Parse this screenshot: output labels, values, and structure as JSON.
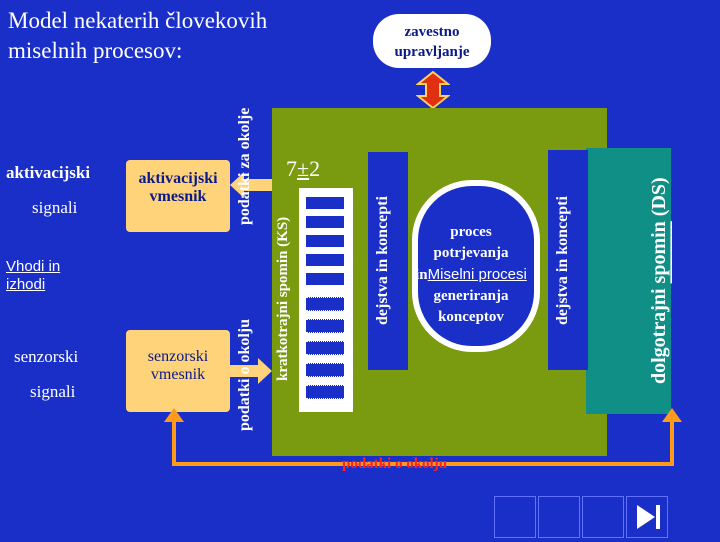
{
  "title": "Model nekaterih človekovih miselnih procesov:",
  "control": {
    "line1": "zavestno",
    "line2": "upravljanje"
  },
  "left": {
    "activation_label": "aktivacijski",
    "activation_sub": "signali",
    "io_link": "Vhodi in izhodi",
    "sensor_label": "senzorski",
    "sensor_sub": "signali"
  },
  "buffers": {
    "activation": {
      "line1": "aktivacijski",
      "line2": "vmesnik"
    },
    "sensor": {
      "line1": "senzorski",
      "line2": "vmesnik"
    }
  },
  "vertical_labels": {
    "data_to_env": "podatki za okolje",
    "data_from_env": "podatki o okolju",
    "stm": "kratkotrajni spomin (KS)",
    "actions_left": "dejstva in koncepti",
    "actions_right": "dejstva in koncepti",
    "ltm_prefix": "dolgotrajni ",
    "ltm_link": "spomin",
    "ltm_suffix": " (DS)"
  },
  "stm_capacity": "7",
  "stm_pm": "±",
  "stm_plus": "2",
  "process": {
    "line1": "proces",
    "line2": "potrjevanja",
    "prefix": "in",
    "link": "Miselni procesi",
    "line4": "generiranja",
    "line5": "konceptov"
  },
  "bottom_label": "podatki o okolju",
  "colors": {
    "background": "#1a2fc8",
    "green_panel": "#7a9a10",
    "buffer_fill": "#ffd37a",
    "ltm_fill": "#0f8f86",
    "arrow_red": "#e03010",
    "loop_orange": "#ff9a1a",
    "bottom_text": "#ff2020"
  },
  "nav_icons": [
    "blank-slide-icon",
    "blank-slide-icon",
    "blank-slide-icon",
    "next-slide-icon"
  ]
}
